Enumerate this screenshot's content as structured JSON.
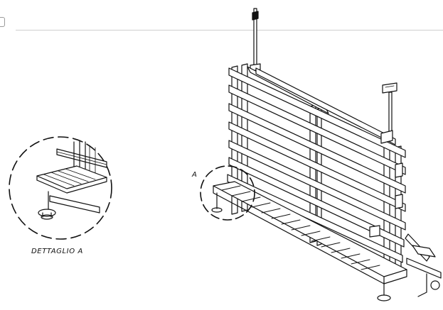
{
  "detail": {
    "caption": "DETTAGLIO A",
    "callout_letter": "A"
  },
  "colors": {
    "ink": "#111111",
    "rule": "#cfcfcf",
    "fill": "#ffffff"
  },
  "machine": {
    "rail_count": 8
  }
}
